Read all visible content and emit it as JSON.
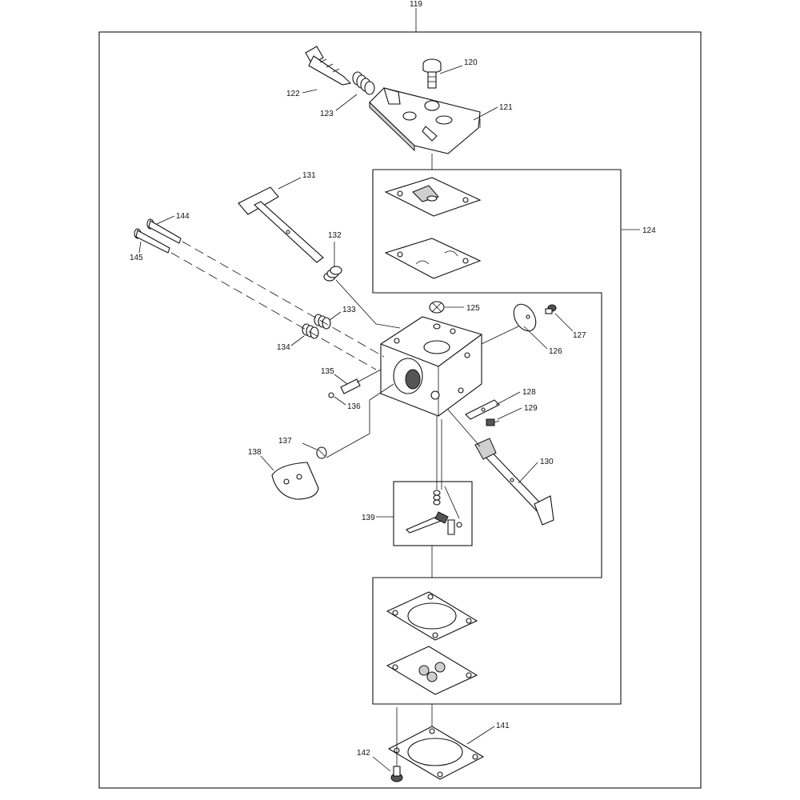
{
  "diagram": {
    "labels": {
      "p119": "119",
      "p120": "120",
      "p121": "121",
      "p122": "122",
      "p123": "123",
      "p124": "124",
      "p125": "125",
      "p126": "126",
      "p127": "127",
      "p128": "128",
      "p129": "129",
      "p130": "130",
      "p131": "131",
      "p132": "132",
      "p133": "133",
      "p134": "134",
      "p135": "135",
      "p136": "136",
      "p137": "137",
      "p138": "138",
      "p139": "139",
      "p141": "141",
      "p142": "142",
      "p144": "144",
      "p145": "145"
    }
  }
}
